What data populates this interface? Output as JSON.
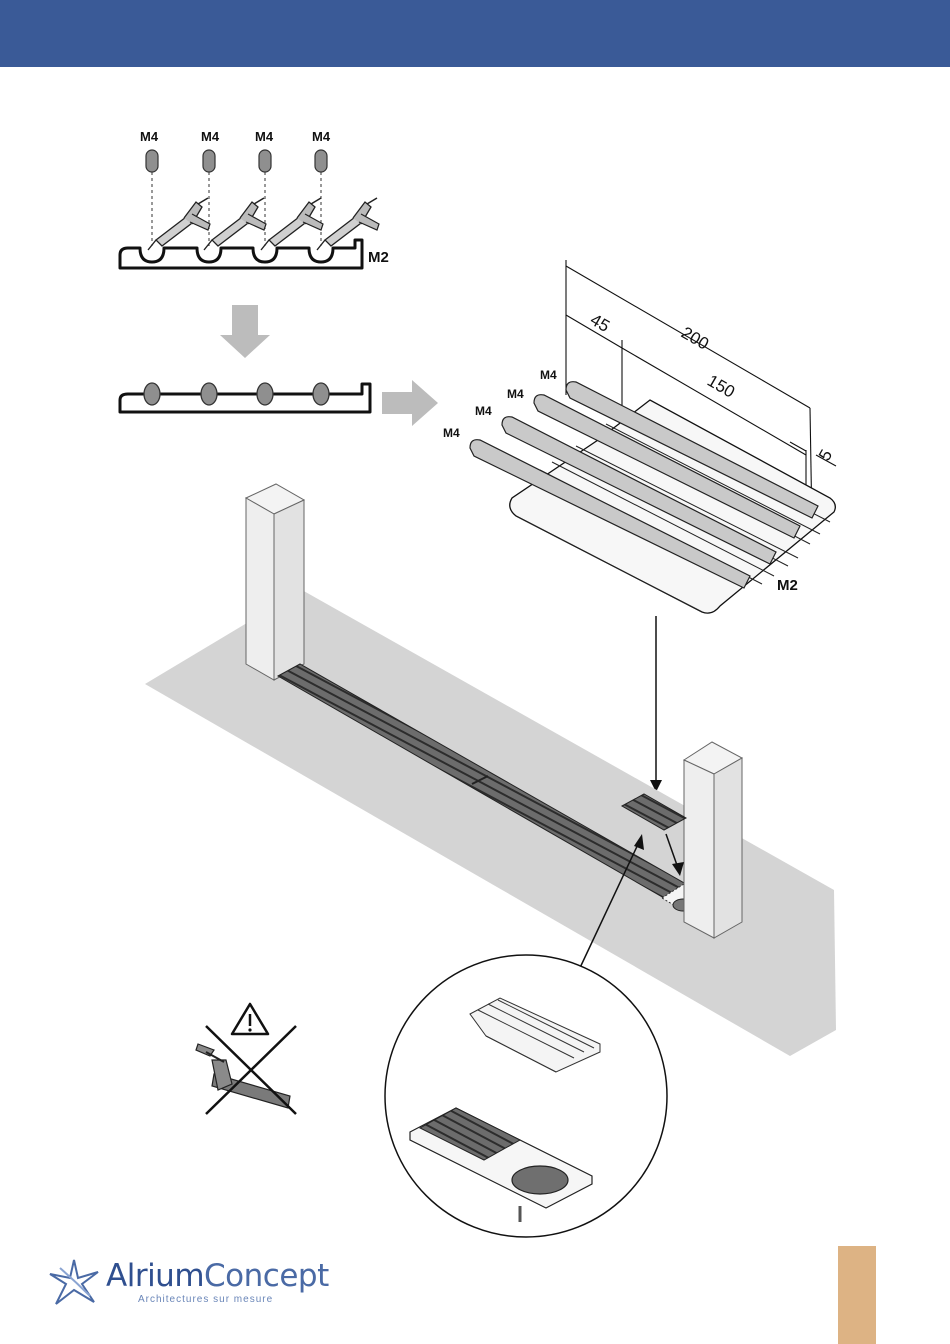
{
  "labels": {
    "m4_top": [
      "M4",
      "M4",
      "M4",
      "M4"
    ],
    "m2_top": "M2",
    "m4_iso": [
      "M4",
      "M4",
      "M4",
      "M4"
    ],
    "m2_iso": "M2"
  },
  "dimensions": {
    "overall": "200",
    "offset": "45",
    "inner": "150",
    "edge": "5"
  },
  "icons": {
    "gun": "sealant-gun-icon",
    "warning": "warning-triangle-icon",
    "cross": "prohibited-cross-icon"
  },
  "footer": {
    "brand_main": "Alrium",
    "brand_second": "Concept",
    "tagline": "Architectures sur mesure"
  },
  "colors": {
    "header": "#3a5a97",
    "arrow": "#bcbcbc",
    "ground": "#d4d4d4",
    "page_tab": "#ddb384"
  }
}
